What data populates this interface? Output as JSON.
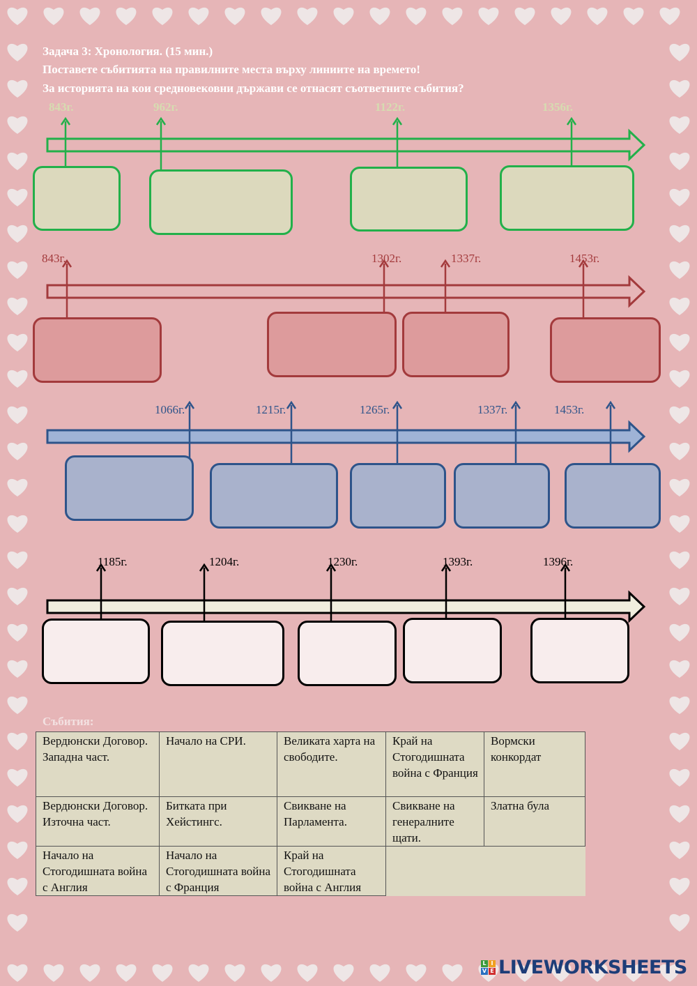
{
  "header": {
    "task": "Задача 3: Хронология. (15 мин.)",
    "instruction1": "Поставете събитията на правилните места върху линиите на времето!",
    "instruction2": "За историята на кои средновековни държави се отнасят съответните събития?"
  },
  "timelines": [
    {
      "color": "#22b04a",
      "label_color": "#d6dcb0",
      "box_fill": "#dcd9bd",
      "arrow_fill": "#e6b5b7",
      "dates": [
        "843г.",
        "962г.",
        "1122г.",
        "1356г."
      ]
    },
    {
      "color": "#a33a3c",
      "label_color": "#a33a3c",
      "box_fill": "#dd9b9c",
      "arrow_fill": "#e6b5b7",
      "dates": [
        "843г.",
        "1302г.",
        "1337г.",
        "1453г."
      ]
    },
    {
      "color": "#2e548a",
      "label_color": "#2e548a",
      "box_fill": "#a9b2cc",
      "arrow_fill": "#9fb3d6",
      "dates": [
        "1066г.",
        "1215г.",
        "1265г.",
        "1337г.",
        "1453г."
      ]
    },
    {
      "color": "#000000",
      "label_color": "#000000",
      "box_fill": "#f8eded",
      "arrow_fill": "#f0eede",
      "dates": [
        "1185г.",
        "1204г.",
        "1230г.",
        "1393г.",
        "1396г."
      ]
    }
  ],
  "events": {
    "title": "Събития:",
    "rows": [
      [
        "Вердюнски Договор. Западна част.",
        " Начало на СРИ.",
        "Великата харта на свободите.",
        "Край на Стогодишната война с Франция",
        "Вормски конкордат"
      ],
      [
        "Вердюнски Договор. Източна част.",
        " Битката при Хейстингс.",
        "Свикване на Парламента.",
        "Свикване на генералните щати.",
        "Златна була"
      ],
      [
        "Начало на Стогодишната война с Англия",
        "Начало на Стогодишната война с Франция",
        "Край на Стогодишната война с Англия"
      ]
    ]
  },
  "brand": {
    "logo_letters": [
      "L",
      "I",
      "V",
      "E"
    ],
    "name": "LIVEWORKSHEETS"
  }
}
